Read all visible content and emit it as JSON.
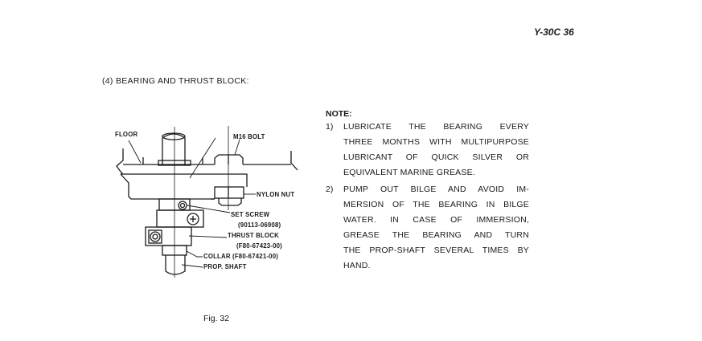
{
  "page_number": "Y-30C 36",
  "section_heading": "(4)   BEARING AND THRUST BLOCK:",
  "diagram_labels": {
    "floor": "FLOOR",
    "m16_bolt": "M16 BOLT",
    "nylon_nut": "NYLON NUT",
    "set_screw": "SET SCREW",
    "set_screw_part": "(90113-06908)",
    "thrust_block": "THRUST BLOCK",
    "thrust_block_part": "(F80-67423-00)",
    "collar": "COLLAR (F80-67421-00)",
    "prop_shaft": "PROP. SHAFT"
  },
  "note": {
    "title": "NOTE:",
    "items": [
      {
        "number": "1)",
        "lines": [
          "LUBRICATE THE BEARING EVERY",
          "THREE MONTHS WITH MULTIPURPOSE",
          "LUBRICANT OF QUICK SILVER OR",
          "EQUIVALENT MARINE GREASE."
        ]
      },
      {
        "number": "2)",
        "lines": [
          "PUMP OUT BILGE AND AVOID IM-",
          "MERSION OF THE BEARING IN BILGE",
          "WATER. IN CASE OF IMMERSION,",
          "GREASE THE BEARING AND TURN",
          "THE PROP-SHAFT SEVERAL TIMES BY",
          "HAND."
        ]
      }
    ]
  },
  "figure_caption": "Fig. 32"
}
